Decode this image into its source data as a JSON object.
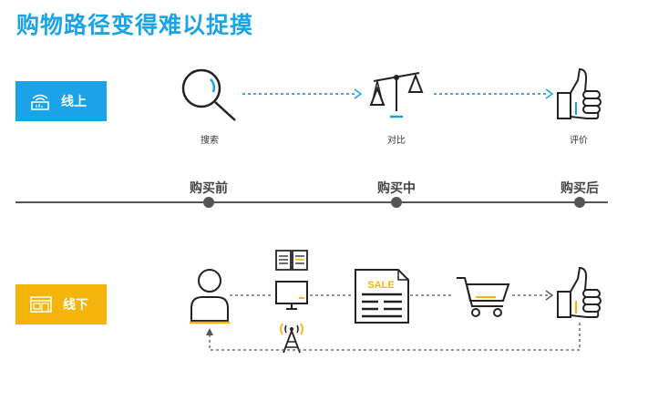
{
  "title": "购物路径变得难以捉摸",
  "online": {
    "label": "线上",
    "steps": [
      {
        "icon": "magnifier-icon",
        "label": "搜索"
      },
      {
        "icon": "balance-scale-icon",
        "label": "对比"
      },
      {
        "icon": "thumbs-up-icon",
        "label": "评价"
      }
    ]
  },
  "stages": [
    "购买前",
    "购买中",
    "购买后"
  ],
  "offline": {
    "label": "线下",
    "sale_text": "SALE"
  },
  "colors": {
    "blue": "#1aa3e8",
    "yellow": "#f5b40c",
    "dark": "#222222",
    "gray": "#555555"
  }
}
